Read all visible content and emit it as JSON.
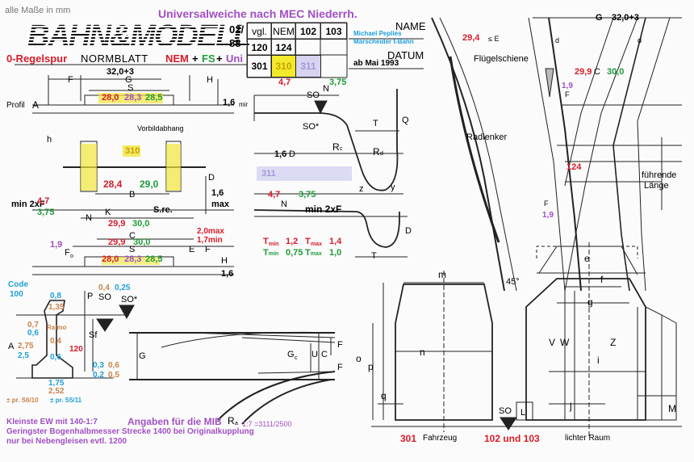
{
  "header": {
    "measures_note": "alle Maße in mm",
    "title": "Universalweiche nach MEC Niederrh.",
    "logo": "BAHN&MODELL",
    "issue_top": "02/",
    "issue_bottom": "88",
    "gauge_line": "0-Regelspur",
    "normblatt": "NORMBLATT",
    "nem": "NEM",
    "plus1": "+",
    "fs": "FS",
    "plus2": "+",
    "uni": "Uni",
    "vgl": "vgl.",
    "nem_label": "NEM",
    "n102": "102",
    "n103": "103",
    "n120": "120",
    "n124": "124",
    "n301": "301",
    "n310": "310",
    "n311": "311",
    "name_label": "NAME",
    "authors_1": "Michael Peplies",
    "authors_2": "Marscheider t-Bahn",
    "datum_label": "DATUM",
    "datum_value": "ab Mai 1993"
  },
  "wheelset": {
    "dim_32": "32,0+3",
    "F": "F",
    "G": "G",
    "H": "H",
    "S": "S",
    "profil": "Profil",
    "A": "A",
    "v28_0": "28,0",
    "v28_3": "28,3",
    "v28_5": "28,5",
    "v1_6mir": "1,6",
    "mir": "mir",
    "h": "h",
    "vorbild": "Vorbildabhang",
    "n310": "310",
    "v28_4": "28,4",
    "v29_0": "29,0",
    "B": "B",
    "D": "D",
    "v1_6": "1,6",
    "max": "max",
    "min2xF": "min 2xF",
    "v4_7": "4,7",
    "v3_75": "3,75",
    "N": "N",
    "K": "K",
    "v29_9": "29,9",
    "v30_0": "30,0",
    "sre": "S.re.",
    "v2_0max": "2,0max",
    "v1_7min": "1,7min",
    "v1_9": "1,9",
    "Fo": "F",
    "o": "o",
    "C": "C",
    "v29_9b": "29,9",
    "v30_0b": "30,0",
    "S2": "S",
    "E": "E",
    "F2": "F",
    "v28_0b": "28,0",
    "v28_3b": "28,3",
    "v28_5b": "28,5",
    "H2": "H",
    "v1_6b": "1,6"
  },
  "profile": {
    "v4_7": "4,7",
    "v3_75": "3,75",
    "N": "N",
    "SO": "SO",
    "SOstar": "SO*",
    "T": "T",
    "Q": "Q",
    "Rc": "R",
    "c": "c",
    "Rd": "R",
    "d": "d",
    "v1_6D": "1,6",
    "D": "D",
    "n311": "311",
    "z": "z",
    "y": "y",
    "v4_7b": "4,7",
    "v3_75b": "3,75",
    "N2": "N",
    "min2xF": "min 2xF",
    "D2": "D",
    "Tmin": "T",
    "min": "min",
    "v1_2": "1,2",
    "Tmax": "T",
    "max": "max",
    "v1_4": "1,4",
    "v0_75": "0,75",
    "v1_0": "1,0",
    "T2": "T"
  },
  "rail": {
    "code": "Code",
    "code100": "100",
    "v0_8": "0,8",
    "v1_35": "1,35",
    "v0_4": "0,4",
    "v0_25": "0,25",
    "P": "P",
    "SO": "SO",
    "SOstar": "SO*",
    "v0_7": "0,7",
    "v0_6": "0,6",
    "ralmo": "Ralmo",
    "Sf": "Sf",
    "A": "A",
    "v2_75": "2,75",
    "v2_5": "2,5",
    "v0_4b": "0,4",
    "v0_6b": "0,6",
    "v120": "120",
    "v0_3": "0,3",
    "v0_2": "0,2",
    "v0_6c": "0,6",
    "v0_5": "0,5",
    "v1_75": "1,75",
    "v2_52": "2,52",
    "pr_s6": "± pr. S6/10",
    "pr_s5": "± pr. S5/11"
  },
  "turnout": {
    "G": "G",
    "Gc": "G",
    "c": "c",
    "U": "U",
    "C": "C",
    "F": "F",
    "F2": "F",
    "Ra": "R",
    "a": "a",
    "ratio": "1:7 =3111/2500"
  },
  "notes": {
    "line1": "Kleinste EW mit 140-1:7",
    "line2": "Geringster Bogenhalbmesser Strecke 1400 bei Originalkupplung",
    "line3": "nur bei Nebengleisen evtl. 1200",
    "mib": "Angaben für die MIB"
  },
  "frog": {
    "G": "G",
    "g32": "32,0+3",
    "v29_4": "29,4",
    "leE": "≤ E",
    "fluegel": "Flügelschiene",
    "v29_9": "29,9",
    "C": "C",
    "v30_0": "30,0",
    "v1_9": "1,9",
    "F": "F",
    "radlenker": "Radlenker",
    "v124": "124",
    "fuehrende": "führende",
    "laenge": "Länge",
    "F2": "F",
    "v1_9b": "1,9",
    "d1": "d",
    "d2": "d"
  },
  "clearance": {
    "m": "m",
    "n": "n",
    "o": "o",
    "p": "p",
    "q": "q",
    "v301": "301",
    "fahrzeug": "Fahrzeug",
    "e": "e",
    "deg45": "45°",
    "f": "f",
    "g": "g",
    "V": "V",
    "W": "W",
    "Z": "Z",
    "i": "i",
    "j": "j",
    "SO": "SO",
    "L": "L",
    "M": "M",
    "v102_103": "102 und 103",
    "lichter": "lichter Raum"
  }
}
